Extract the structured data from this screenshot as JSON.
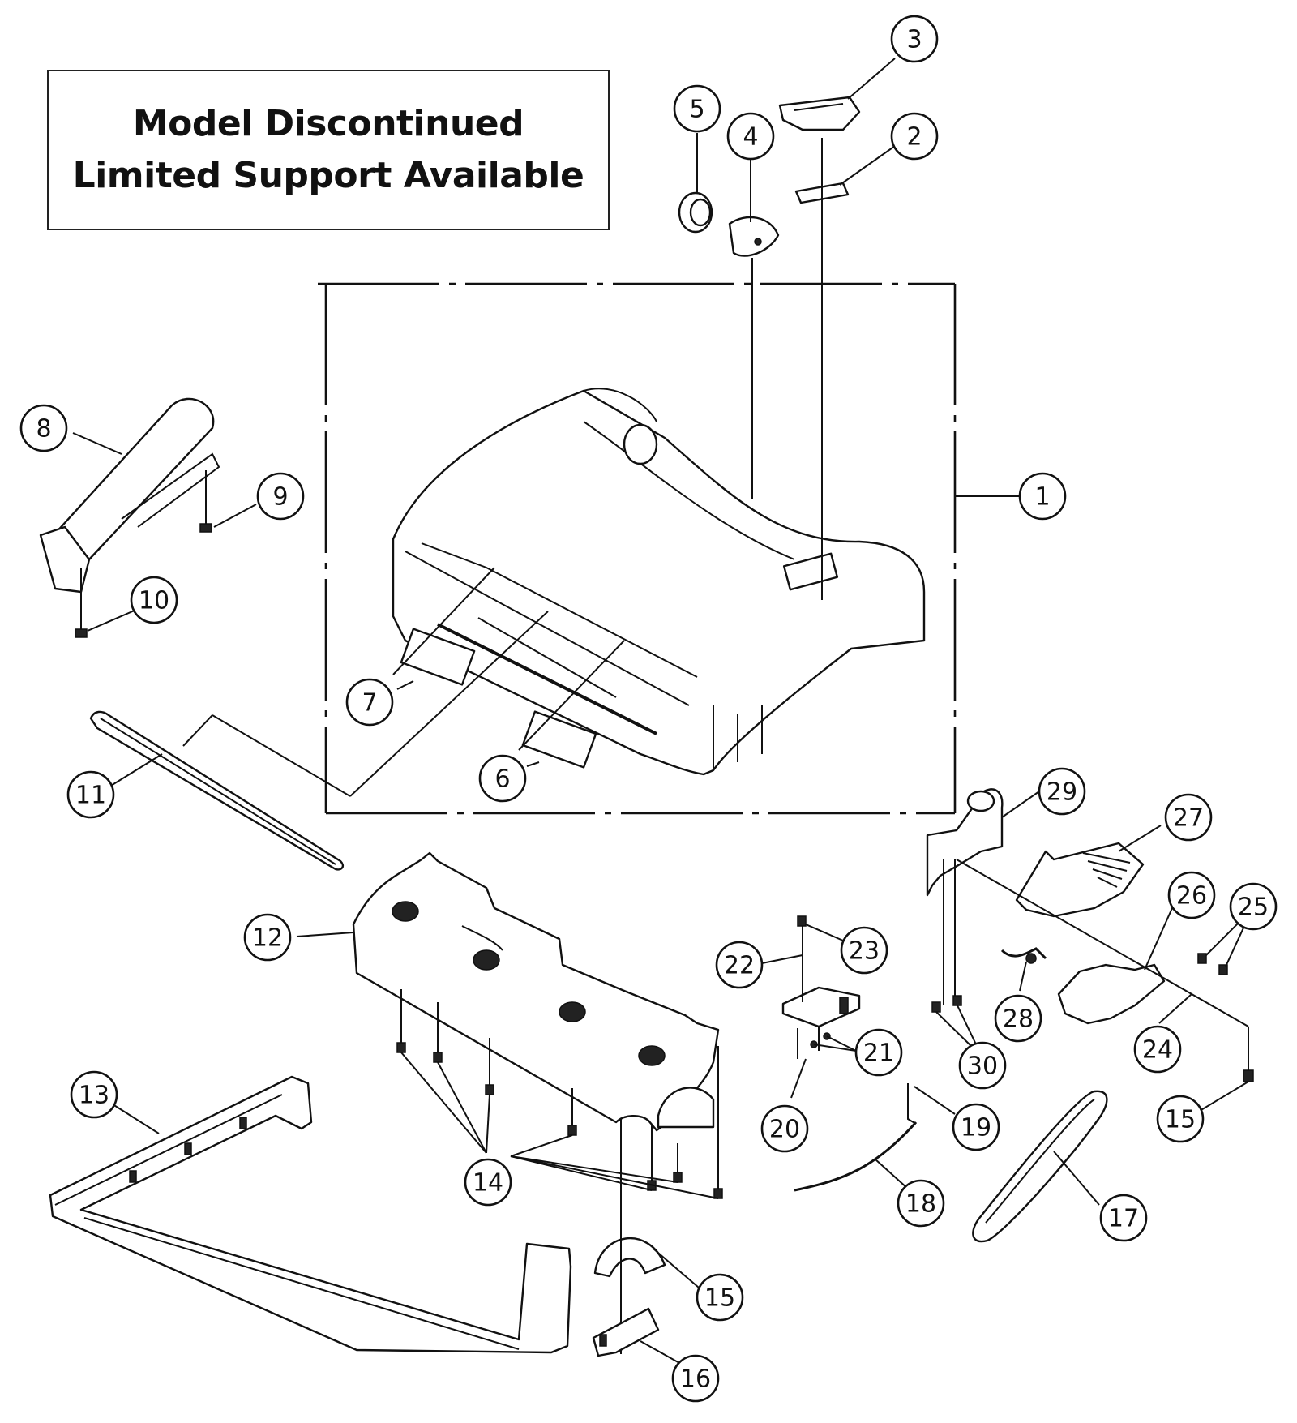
{
  "notice": {
    "line1": "Model Discontinued",
    "line2": "Limited Support Available"
  },
  "callouts": [
    "1",
    "2",
    "3",
    "4",
    "5",
    "6",
    "7",
    "8",
    "9",
    "10",
    "11",
    "12",
    "13",
    "14",
    "15",
    "15",
    "16",
    "17",
    "18",
    "19",
    "20",
    "21",
    "22",
    "23",
    "24",
    "25",
    "26",
    "27",
    "28",
    "29",
    "30"
  ]
}
